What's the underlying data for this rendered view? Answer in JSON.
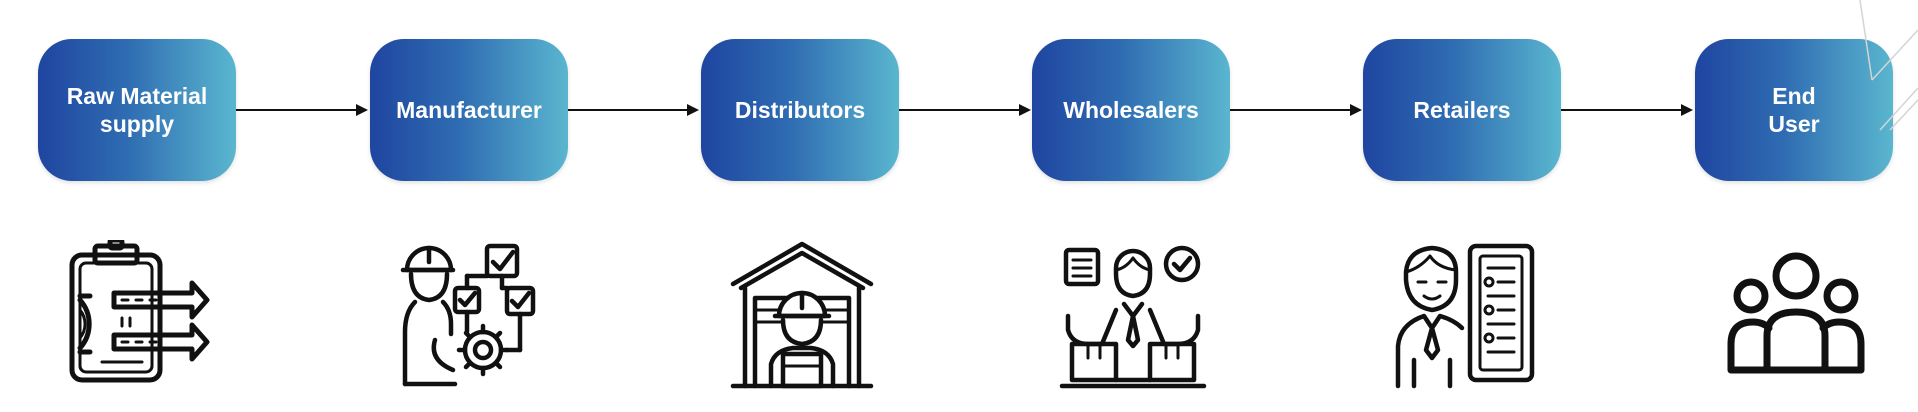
{
  "diagram": {
    "type": "supply-chain-flow",
    "nodes": [
      {
        "id": "raw",
        "label": "Raw Material\nsupply",
        "icon": "clipboard-gear-icon"
      },
      {
        "id": "mfg",
        "label": "Manufacturer",
        "icon": "worker-workflow-icon"
      },
      {
        "id": "dist",
        "label": "Distributors",
        "icon": "warehouse-worker-icon"
      },
      {
        "id": "whole",
        "label": "Wholesalers",
        "icon": "merchant-boxes-icon"
      },
      {
        "id": "retail",
        "label": "Retailers",
        "icon": "salesman-shelf-icon"
      },
      {
        "id": "end",
        "label": "End\nUser",
        "icon": "user-group-icon"
      }
    ],
    "edges": [
      {
        "from": "raw",
        "to": "mfg"
      },
      {
        "from": "mfg",
        "to": "dist"
      },
      {
        "from": "dist",
        "to": "whole"
      },
      {
        "from": "whole",
        "to": "retail"
      },
      {
        "from": "retail",
        "to": "end"
      }
    ],
    "colors": {
      "node_gradient_start": "#1f45a0",
      "node_gradient_end": "#5ab6cf",
      "node_text": "#ffffff",
      "arrow": "#111111",
      "icon_stroke": "#111111"
    }
  }
}
